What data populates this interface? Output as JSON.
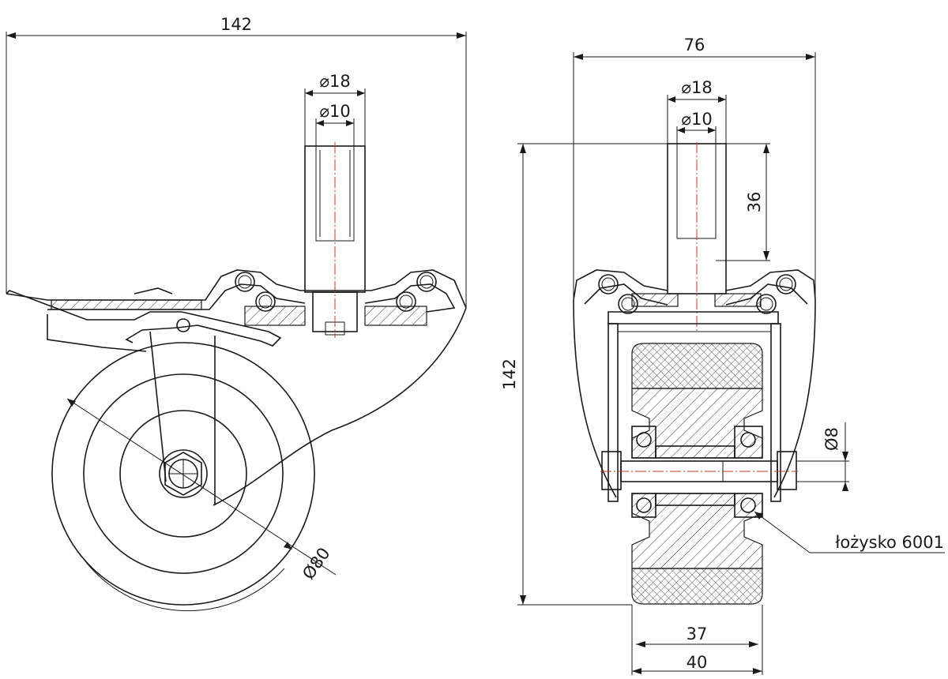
{
  "left_view": {
    "overall_width": "142",
    "stem_diameter": "⌀18",
    "thread_diameter": "⌀10",
    "wheel_diameter": "Ø80"
  },
  "right_view": {
    "overall_width": "76",
    "stem_diameter": "⌀18",
    "thread_diameter": "⌀10",
    "thread_length": "36",
    "overall_height": "142",
    "axle_diameter": "Ø8",
    "bearing_label": "łożysko 6001",
    "tread_width": "37",
    "wheel_width": "40"
  }
}
